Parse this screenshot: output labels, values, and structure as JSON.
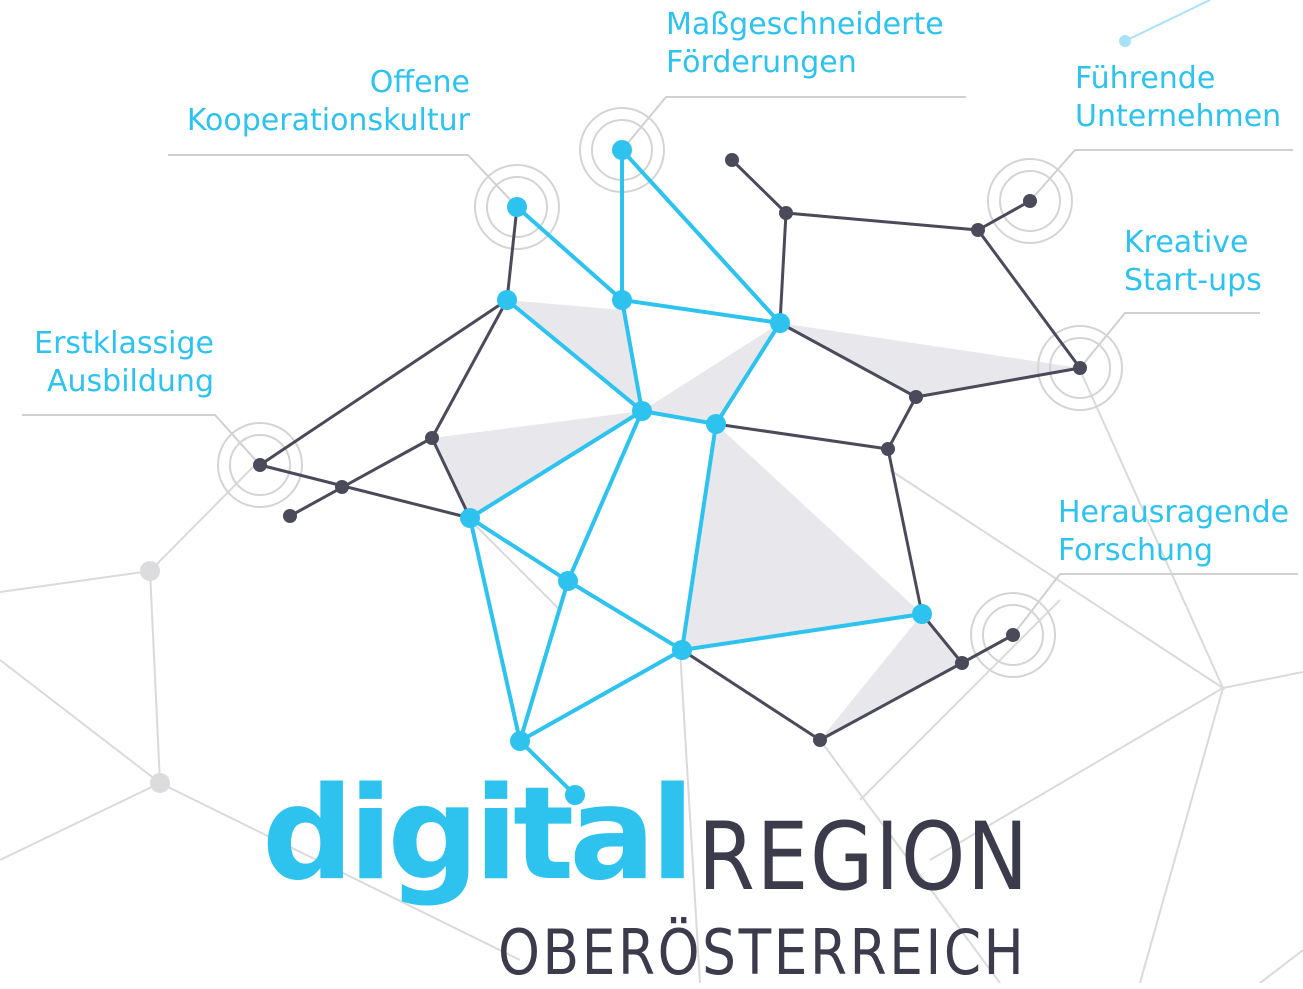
{
  "labels": {
    "kooperation": [
      "Offene",
      "Kooperationskultur"
    ],
    "foerderungen": [
      "Maßgeschneiderte",
      "Förderungen"
    ],
    "unternehmen": [
      "Führende",
      "Unternehmen"
    ],
    "startups": [
      "Kreative",
      "Start-ups"
    ],
    "ausbildung": [
      "Erstklassige",
      "Ausbildung"
    ],
    "forschung": [
      "Herausragende",
      "Forschung"
    ]
  },
  "logo": {
    "digital": "digital",
    "region": "REGION",
    "state": "OBERÖSTERREICH"
  },
  "colors": {
    "accent": "#2ec2ef",
    "dark": "#4a4a5a",
    "fill": "#e6e6ea",
    "background_line": "#d9d9d9"
  }
}
